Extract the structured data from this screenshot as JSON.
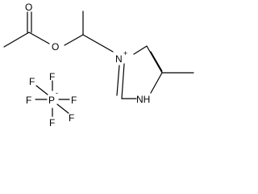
{
  "structure": {
    "cation": {
      "carbonyl_oxygen": "O",
      "ester_oxygen": "O",
      "ring_nitrogen_cationic": "N",
      "ring_nitrogen_cationic_charge": "+",
      "ring_nitrogen_protonated": "NH"
    },
    "anion": {
      "central_atom": "P",
      "central_atom_charge": "-",
      "fluorines": [
        "F",
        "F",
        "F",
        "F",
        "F",
        "F"
      ]
    }
  },
  "colors": {
    "bond": "#000000",
    "text": "#000000",
    "background": "#ffffff"
  }
}
